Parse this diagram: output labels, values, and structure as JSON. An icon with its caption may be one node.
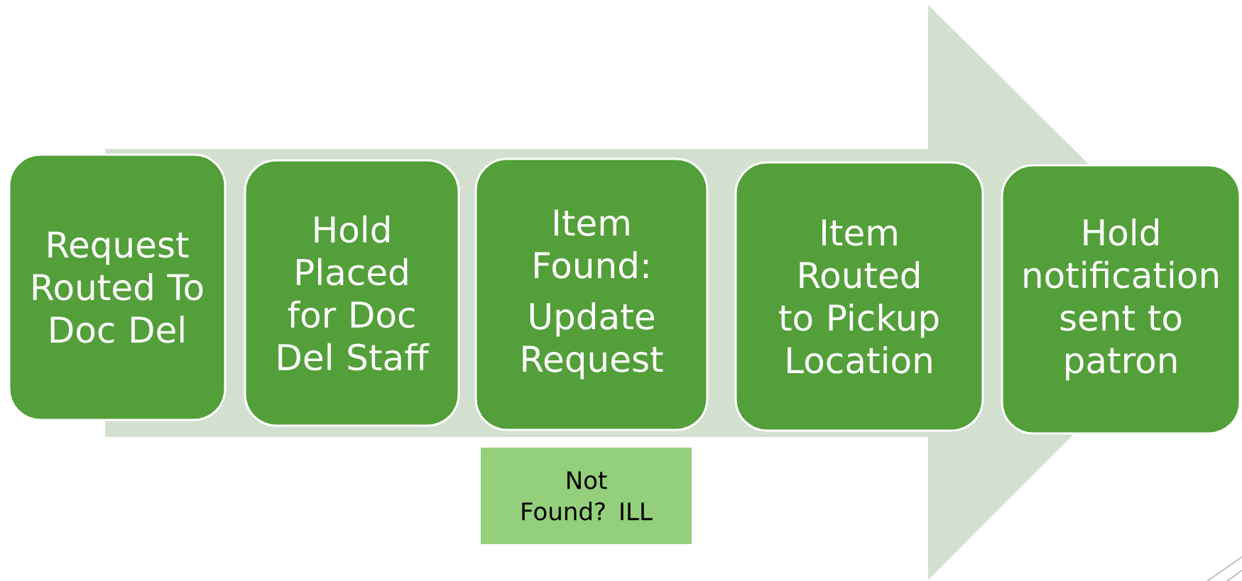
{
  "diagram": {
    "nodes": [
      {
        "text": [
          "Request Routed To Doc Del"
        ]
      },
      {
        "text": [
          "Hold Placed for Doc Del Staff"
        ]
      },
      {
        "text": [
          "Item Found:",
          "Update Request"
        ]
      },
      {
        "text": [
          "Item Routed to Pickup Location"
        ]
      },
      {
        "text": [
          "Hold notification sent to patron"
        ]
      },
      {
        "text": [
          "Not Found? ILL"
        ]
      }
    ],
    "edges": [
      {
        "from": 0,
        "to": 4,
        "arrow": "to"
      }
    ]
  }
}
